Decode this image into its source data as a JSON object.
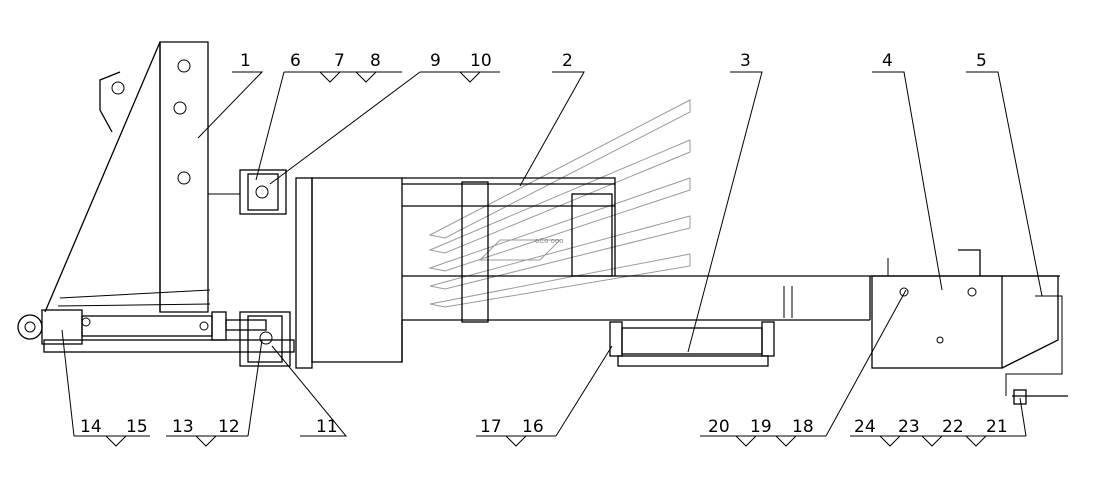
{
  "drawing": {
    "top_labels": [
      "1",
      "6",
      "7",
      "8",
      "9",
      "10",
      "2",
      "3",
      "4",
      "5"
    ],
    "bottom_labels": [
      "14",
      "15",
      "13",
      "12",
      "11",
      "17",
      "16",
      "20",
      "19",
      "18",
      "24",
      "23",
      "22",
      "21"
    ]
  },
  "watermark": {
    "center_text": "oCo ooo"
  }
}
